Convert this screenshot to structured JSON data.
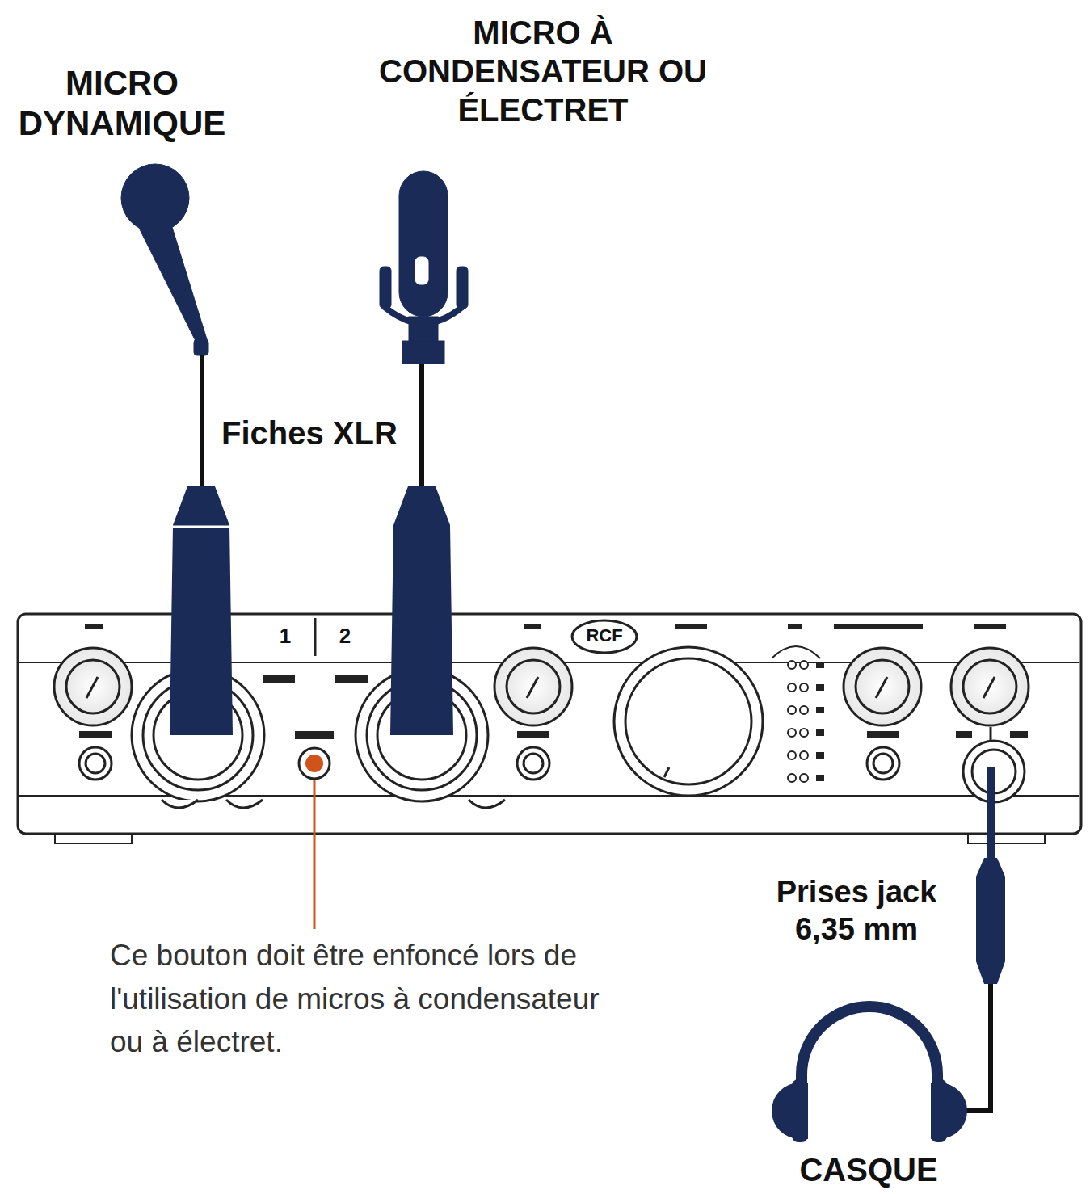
{
  "diagram": {
    "labels": [
      "MICRO DYNAMIQUE",
      "MICRO À CONDENSATEUR OU ÉLECTRET",
      "Fiches XLR",
      "1",
      "2",
      "RCF",
      "Ce bouton doit être enfoncé lors de l'utilisation de micros à condensateur ou à électret.",
      "Prises jack 6,35 mm",
      "CASQUE"
    ]
  }
}
